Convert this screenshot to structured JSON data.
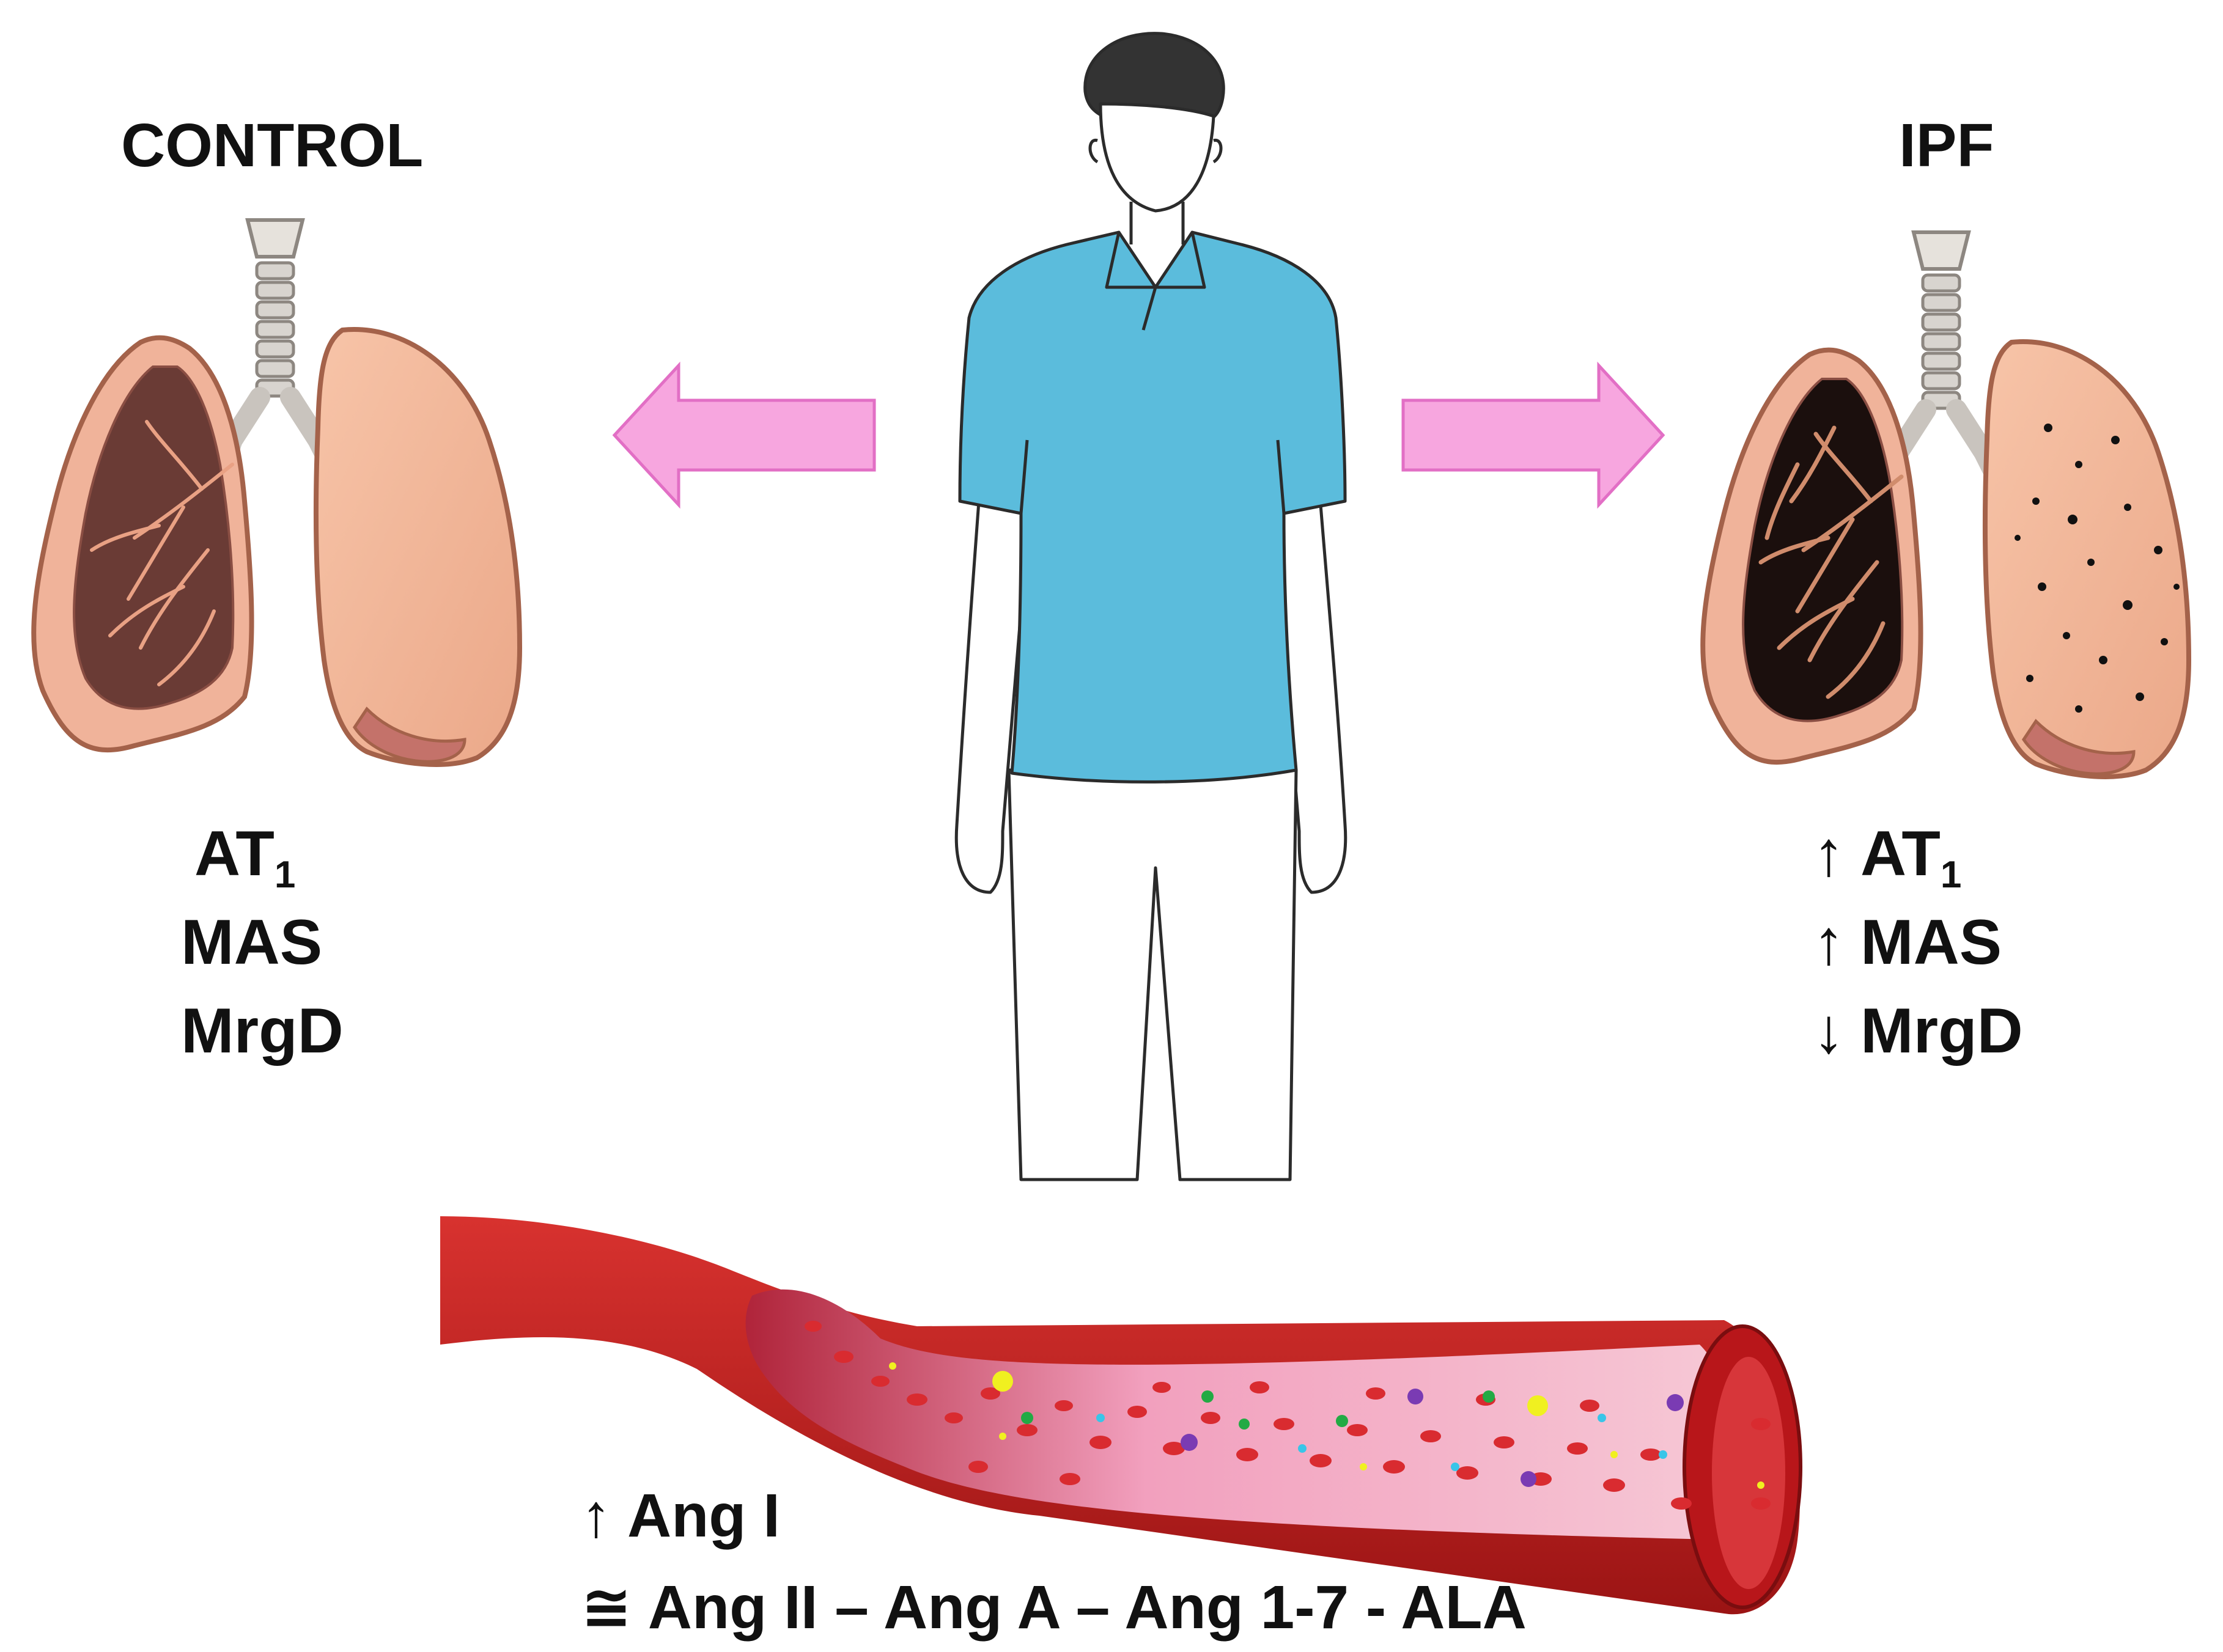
{
  "control": {
    "title": "CONTROL",
    "receptors": [
      {
        "name": "AT",
        "subscript": "1"
      },
      {
        "name": "MAS"
      },
      {
        "name": "MrgD"
      }
    ]
  },
  "ipf": {
    "title": "IPF",
    "receptors": [
      {
        "change": "↑",
        "name": "AT",
        "subscript": "1"
      },
      {
        "change": "↑",
        "name": "MAS"
      },
      {
        "change": "↓",
        "name": "MrgD"
      }
    ]
  },
  "blood": {
    "lines": [
      {
        "change": "↑",
        "text": "Ang I"
      },
      {
        "change": "≅",
        "text": "Ang II – Ang A – Ang 1-7 - ALA"
      }
    ]
  },
  "colors": {
    "arrow_fill": "#f7a6df",
    "shirt": "#5bbcdc",
    "vessel": "#c62828",
    "text": "#111111"
  },
  "icons": [
    "up-arrow-icon",
    "down-arrow-icon",
    "approx-equal-icon"
  ]
}
